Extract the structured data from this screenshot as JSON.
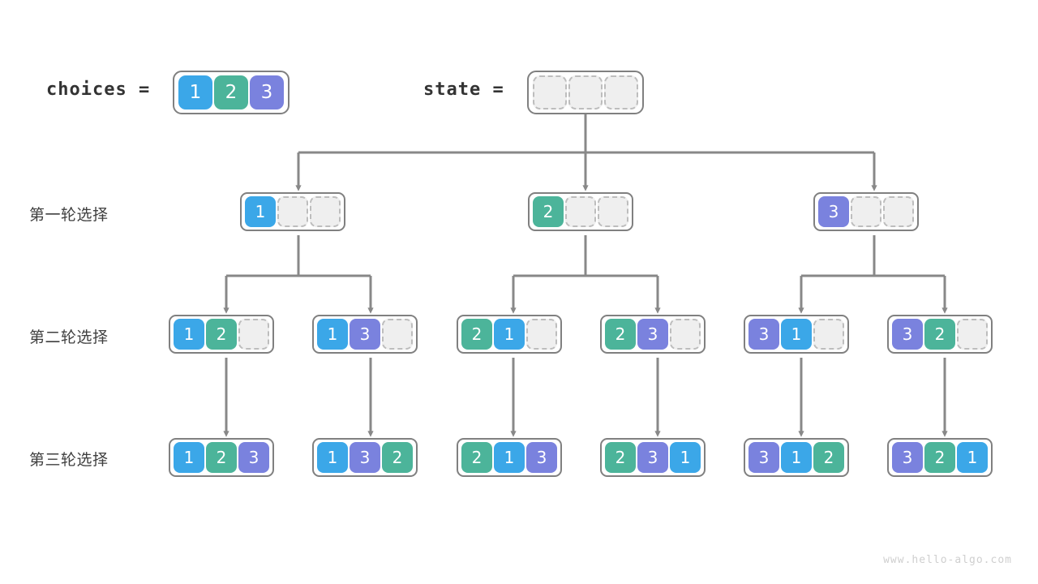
{
  "palette": {
    "blue": "#3BA7E8",
    "teal": "#4CB49A",
    "purple": "#7A82DE",
    "empty_fill": "#efefef",
    "empty_border": "#bdbdbd",
    "box_border": "#808080",
    "wire": "#888888",
    "text": "#3f3f3f",
    "watermark": "#cfcfcf"
  },
  "header": {
    "choices_label": "choices  =",
    "state_label": "state  =",
    "choices_values": [
      "1",
      "2",
      "3"
    ],
    "state_values": [
      "",
      "",
      ""
    ]
  },
  "rows": [
    {
      "label": "第一轮选择"
    },
    {
      "label": "第二轮选择"
    },
    {
      "label": "第三轮选择"
    }
  ],
  "level1": [
    {
      "cells": [
        "1",
        "",
        ""
      ]
    },
    {
      "cells": [
        "2",
        "",
        ""
      ]
    },
    {
      "cells": [
        "3",
        "",
        ""
      ]
    }
  ],
  "level2": [
    {
      "cells": [
        "1",
        "2",
        ""
      ]
    },
    {
      "cells": [
        "1",
        "3",
        ""
      ]
    },
    {
      "cells": [
        "2",
        "1",
        ""
      ]
    },
    {
      "cells": [
        "2",
        "3",
        ""
      ]
    },
    {
      "cells": [
        "3",
        "1",
        ""
      ]
    },
    {
      "cells": [
        "3",
        "2",
        ""
      ]
    }
  ],
  "level3": [
    {
      "cells": [
        "1",
        "2",
        "3"
      ]
    },
    {
      "cells": [
        "1",
        "3",
        "2"
      ]
    },
    {
      "cells": [
        "2",
        "1",
        "3"
      ]
    },
    {
      "cells": [
        "2",
        "3",
        "1"
      ]
    },
    {
      "cells": [
        "3",
        "1",
        "2"
      ]
    },
    {
      "cells": [
        "3",
        "2",
        "1"
      ]
    }
  ],
  "watermark": "www.hello-algo.com"
}
